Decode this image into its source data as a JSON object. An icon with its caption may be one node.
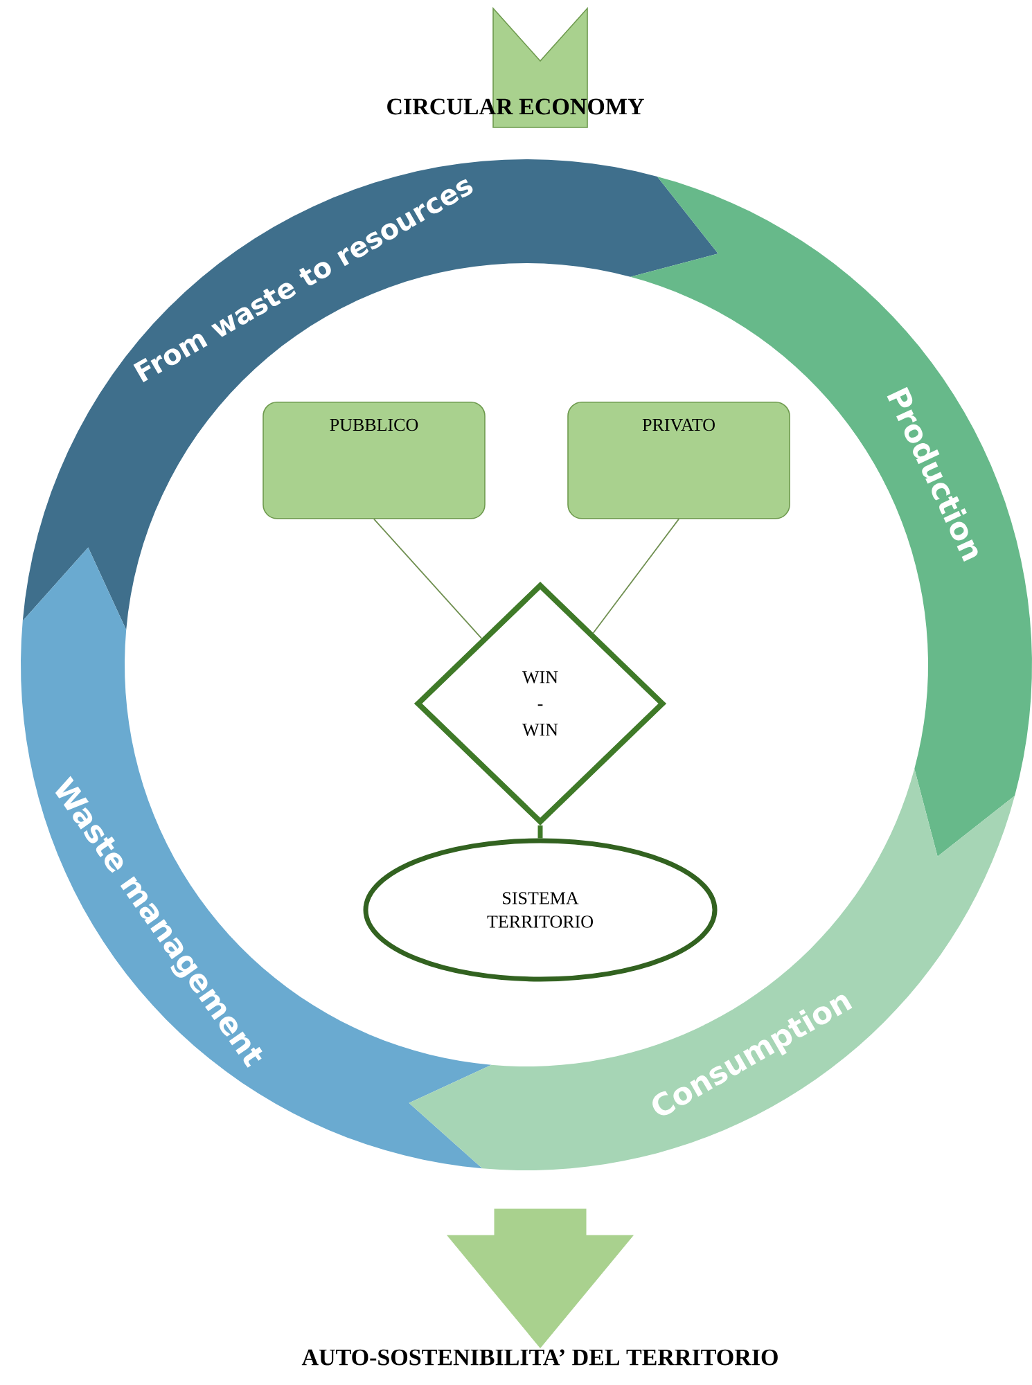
{
  "diagram": {
    "title": "CIRCULAR ECONOMY",
    "nodes": [
      {
        "text": [
          "From waste to resources"
        ]
      },
      {
        "text": [
          "Production"
        ]
      },
      {
        "text": [
          "PUBBLICO"
        ]
      },
      {
        "text": [
          "PRIVATO"
        ]
      },
      {
        "text": [
          "WIN - WIN"
        ]
      },
      {
        "text": [
          "Waste management"
        ]
      },
      {
        "text": [
          "SISTEMA TERRITORIO"
        ]
      },
      {
        "text": [
          "Consumption"
        ]
      },
      {
        "text": [
          "AUTO-SOSTENIBILITA’ DEL TERRITORIO"
        ]
      }
    ],
    "edges": [
      {
        "from": 2,
        "to": 4,
        "arrow": "none"
      },
      {
        "from": 3,
        "to": 4,
        "arrow": "none"
      },
      {
        "from": 4,
        "to": 6,
        "arrow": "none",
        "style": "thick"
      },
      {
        "from": null,
        "to": 8,
        "arrow": "to",
        "style": "thick",
        "color": "#a9d18e"
      }
    ]
  }
}
